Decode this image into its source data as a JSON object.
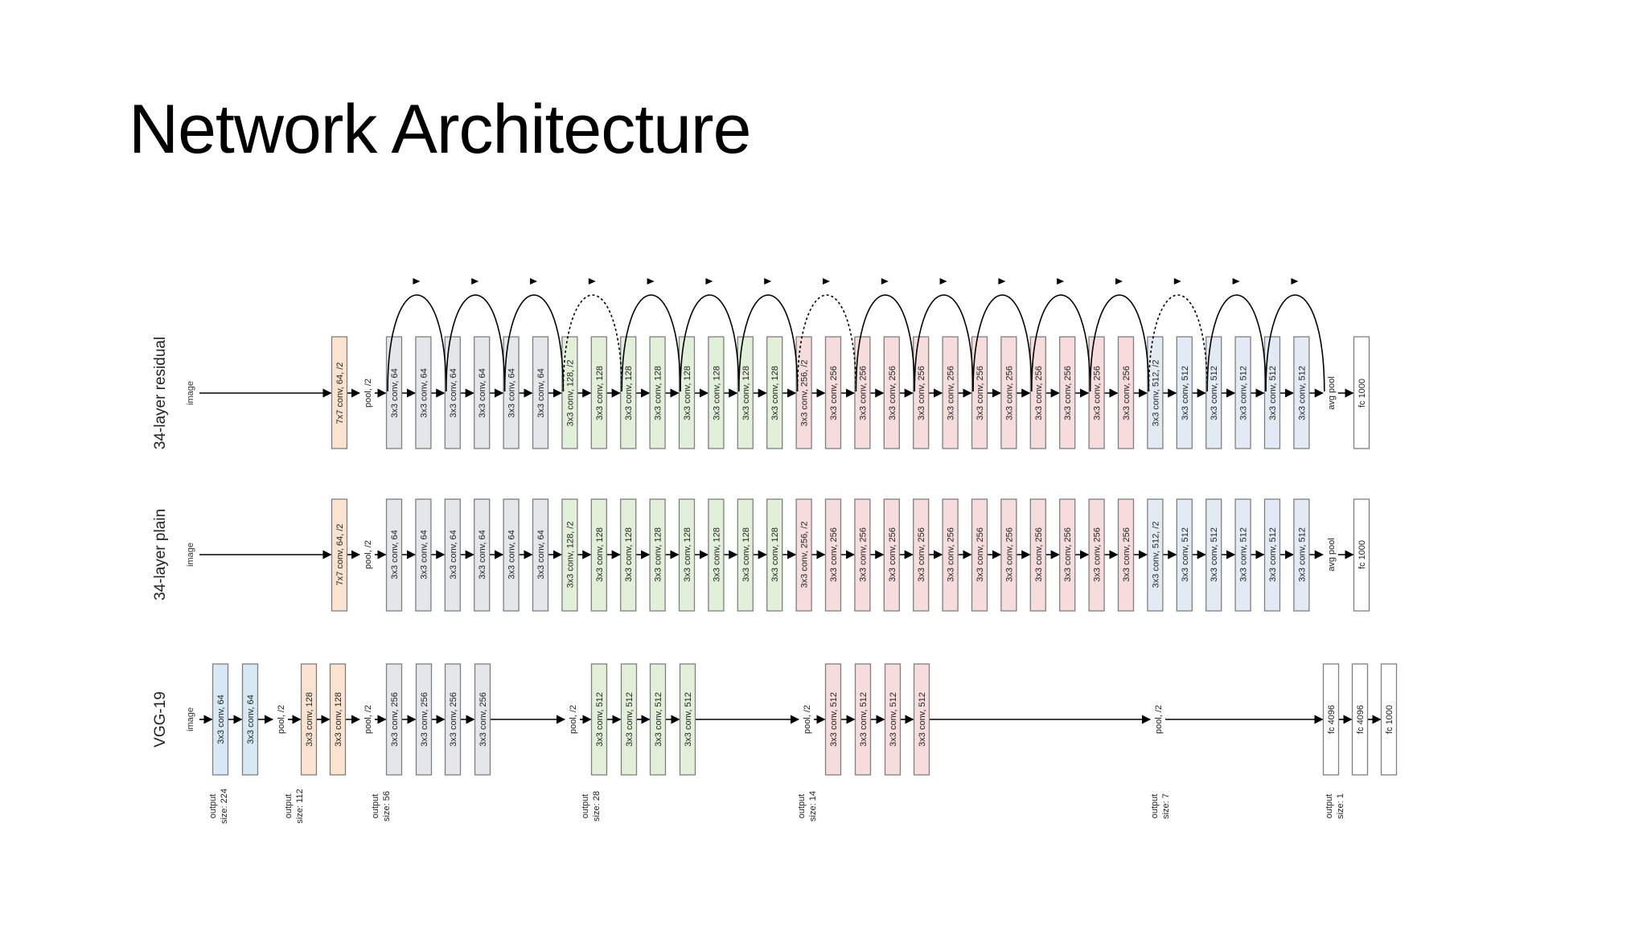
{
  "title": "Network Architecture",
  "colors": {
    "blue": "#d7e9f4",
    "orange": "#fbe3cf",
    "gray": "#e5e6ea",
    "green": "#e2efd9",
    "pink": "#f6dcdc",
    "lightblue": "#e2ebf4",
    "white": "#ffffff",
    "border": "#7f7f7f",
    "arrow": "#000000"
  },
  "rows": [
    {
      "id": "residual",
      "label": "34-layer residual",
      "input_label": "image",
      "layers": [
        {
          "label": "7x7 conv, 64, /2",
          "kind": "box",
          "color": "orange"
        },
        {
          "label": "pool, /2",
          "kind": "text"
        },
        {
          "label": "3x3 conv, 64",
          "kind": "box",
          "color": "gray"
        },
        {
          "label": "3x3 conv, 64",
          "kind": "box",
          "color": "gray"
        },
        {
          "label": "3x3 conv, 64",
          "kind": "box",
          "color": "gray"
        },
        {
          "label": "3x3 conv, 64",
          "kind": "box",
          "color": "gray"
        },
        {
          "label": "3x3 conv, 64",
          "kind": "box",
          "color": "gray"
        },
        {
          "label": "3x3 conv, 64",
          "kind": "box",
          "color": "gray"
        },
        {
          "label": "3x3 conv, 128, /2",
          "kind": "box",
          "color": "green"
        },
        {
          "label": "3x3 conv, 128",
          "kind": "box",
          "color": "green"
        },
        {
          "label": "3x3 conv, 128",
          "kind": "box",
          "color": "green"
        },
        {
          "label": "3x3 conv, 128",
          "kind": "box",
          "color": "green"
        },
        {
          "label": "3x3 conv, 128",
          "kind": "box",
          "color": "green"
        },
        {
          "label": "3x3 conv, 128",
          "kind": "box",
          "color": "green"
        },
        {
          "label": "3x3 conv, 128",
          "kind": "box",
          "color": "green"
        },
        {
          "label": "3x3 conv, 128",
          "kind": "box",
          "color": "green"
        },
        {
          "label": "3x3 conv, 256, /2",
          "kind": "box",
          "color": "pink"
        },
        {
          "label": "3x3 conv, 256",
          "kind": "box",
          "color": "pink"
        },
        {
          "label": "3x3 conv, 256",
          "kind": "box",
          "color": "pink"
        },
        {
          "label": "3x3 conv, 256",
          "kind": "box",
          "color": "pink"
        },
        {
          "label": "3x3 conv, 256",
          "kind": "box",
          "color": "pink"
        },
        {
          "label": "3x3 conv, 256",
          "kind": "box",
          "color": "pink"
        },
        {
          "label": "3x3 conv, 256",
          "kind": "box",
          "color": "pink"
        },
        {
          "label": "3x3 conv, 256",
          "kind": "box",
          "color": "pink"
        },
        {
          "label": "3x3 conv, 256",
          "kind": "box",
          "color": "pink"
        },
        {
          "label": "3x3 conv, 256",
          "kind": "box",
          "color": "pink"
        },
        {
          "label": "3x3 conv, 256",
          "kind": "box",
          "color": "pink"
        },
        {
          "label": "3x3 conv, 256",
          "kind": "box",
          "color": "pink"
        },
        {
          "label": "3x3 conv, 512, /2",
          "kind": "box",
          "color": "lightblue"
        },
        {
          "label": "3x3 conv, 512",
          "kind": "box",
          "color": "lightblue"
        },
        {
          "label": "3x3 conv, 512",
          "kind": "box",
          "color": "lightblue"
        },
        {
          "label": "3x3 conv, 512",
          "kind": "box",
          "color": "lightblue"
        },
        {
          "label": "3x3 conv, 512",
          "kind": "box",
          "color": "lightblue"
        },
        {
          "label": "3x3 conv, 512",
          "kind": "box",
          "color": "lightblue"
        },
        {
          "label": "avg pool",
          "kind": "text"
        },
        {
          "label": "fc 1000",
          "kind": "box",
          "color": "white"
        }
      ],
      "skips": [
        {
          "from": 2,
          "to": 4,
          "style": "solid"
        },
        {
          "from": 4,
          "to": 6,
          "style": "solid"
        },
        {
          "from": 6,
          "to": 8,
          "style": "solid"
        },
        {
          "from": 8,
          "to": 10,
          "style": "dashed"
        },
        {
          "from": 10,
          "to": 12,
          "style": "solid"
        },
        {
          "from": 12,
          "to": 14,
          "style": "solid"
        },
        {
          "from": 14,
          "to": 16,
          "style": "solid"
        },
        {
          "from": 16,
          "to": 18,
          "style": "dashed"
        },
        {
          "from": 18,
          "to": 20,
          "style": "solid"
        },
        {
          "from": 20,
          "to": 22,
          "style": "solid"
        },
        {
          "from": 22,
          "to": 24,
          "style": "solid"
        },
        {
          "from": 24,
          "to": 26,
          "style": "solid"
        },
        {
          "from": 26,
          "to": 28,
          "style": "solid"
        },
        {
          "from": 28,
          "to": 30,
          "style": "dashed"
        },
        {
          "from": 30,
          "to": 32,
          "style": "solid"
        },
        {
          "from": 32,
          "to": 34,
          "style": "solid"
        }
      ]
    },
    {
      "id": "plain",
      "label": "34-layer plain",
      "input_label": "image",
      "layers": [
        {
          "label": "7x7 conv, 64, /2",
          "kind": "box",
          "color": "orange"
        },
        {
          "label": "pool, /2",
          "kind": "text"
        },
        {
          "label": "3x3 conv, 64",
          "kind": "box",
          "color": "gray"
        },
        {
          "label": "3x3 conv, 64",
          "kind": "box",
          "color": "gray"
        },
        {
          "label": "3x3 conv, 64",
          "kind": "box",
          "color": "gray"
        },
        {
          "label": "3x3 conv, 64",
          "kind": "box",
          "color": "gray"
        },
        {
          "label": "3x3 conv, 64",
          "kind": "box",
          "color": "gray"
        },
        {
          "label": "3x3 conv, 64",
          "kind": "box",
          "color": "gray"
        },
        {
          "label": "3x3 conv, 128, /2",
          "kind": "box",
          "color": "green"
        },
        {
          "label": "3x3 conv, 128",
          "kind": "box",
          "color": "green"
        },
        {
          "label": "3x3 conv, 128",
          "kind": "box",
          "color": "green"
        },
        {
          "label": "3x3 conv, 128",
          "kind": "box",
          "color": "green"
        },
        {
          "label": "3x3 conv, 128",
          "kind": "box",
          "color": "green"
        },
        {
          "label": "3x3 conv, 128",
          "kind": "box",
          "color": "green"
        },
        {
          "label": "3x3 conv, 128",
          "kind": "box",
          "color": "green"
        },
        {
          "label": "3x3 conv, 128",
          "kind": "box",
          "color": "green"
        },
        {
          "label": "3x3 conv, 256, /2",
          "kind": "box",
          "color": "pink"
        },
        {
          "label": "3x3 conv, 256",
          "kind": "box",
          "color": "pink"
        },
        {
          "label": "3x3 conv, 256",
          "kind": "box",
          "color": "pink"
        },
        {
          "label": "3x3 conv, 256",
          "kind": "box",
          "color": "pink"
        },
        {
          "label": "3x3 conv, 256",
          "kind": "box",
          "color": "pink"
        },
        {
          "label": "3x3 conv, 256",
          "kind": "box",
          "color": "pink"
        },
        {
          "label": "3x3 conv, 256",
          "kind": "box",
          "color": "pink"
        },
        {
          "label": "3x3 conv, 256",
          "kind": "box",
          "color": "pink"
        },
        {
          "label": "3x3 conv, 256",
          "kind": "box",
          "color": "pink"
        },
        {
          "label": "3x3 conv, 256",
          "kind": "box",
          "color": "pink"
        },
        {
          "label": "3x3 conv, 256",
          "kind": "box",
          "color": "pink"
        },
        {
          "label": "3x3 conv, 256",
          "kind": "box",
          "color": "pink"
        },
        {
          "label": "3x3 conv, 512, /2",
          "kind": "box",
          "color": "lightblue"
        },
        {
          "label": "3x3 conv, 512",
          "kind": "box",
          "color": "lightblue"
        },
        {
          "label": "3x3 conv, 512",
          "kind": "box",
          "color": "lightblue"
        },
        {
          "label": "3x3 conv, 512",
          "kind": "box",
          "color": "lightblue"
        },
        {
          "label": "3x3 conv, 512",
          "kind": "box",
          "color": "lightblue"
        },
        {
          "label": "3x3 conv, 512",
          "kind": "box",
          "color": "lightblue"
        },
        {
          "label": "avg pool",
          "kind": "text"
        },
        {
          "label": "fc 1000",
          "kind": "box",
          "color": "white"
        }
      ],
      "skips": []
    },
    {
      "id": "vgg",
      "label": "VGG-19",
      "input_label": "image",
      "layers": [
        {
          "label": "3x3 conv, 64",
          "kind": "box",
          "color": "blue"
        },
        {
          "label": "3x3 conv, 64",
          "kind": "box",
          "color": "blue"
        },
        {
          "label": "pool, /2",
          "kind": "text"
        },
        {
          "label": "3x3 conv, 128",
          "kind": "box",
          "color": "orange"
        },
        {
          "label": "3x3 conv, 128",
          "kind": "box",
          "color": "orange"
        },
        {
          "label": "pool, /2",
          "kind": "text"
        },
        {
          "label": "3x3 conv, 256",
          "kind": "box",
          "color": "gray"
        },
        {
          "label": "3x3 conv, 256",
          "kind": "box",
          "color": "gray"
        },
        {
          "label": "3x3 conv, 256",
          "kind": "box",
          "color": "gray"
        },
        {
          "label": "3x3 conv, 256",
          "kind": "box",
          "color": "gray"
        },
        {
          "label": "pool, /2",
          "kind": "text"
        },
        {
          "label": "3x3 conv, 512",
          "kind": "box",
          "color": "green"
        },
        {
          "label": "3x3 conv, 512",
          "kind": "box",
          "color": "green"
        },
        {
          "label": "3x3 conv, 512",
          "kind": "box",
          "color": "green"
        },
        {
          "label": "3x3 conv, 512",
          "kind": "box",
          "color": "green"
        },
        {
          "label": "pool, /2",
          "kind": "text"
        },
        {
          "label": "3x3 conv, 512",
          "kind": "box",
          "color": "pink"
        },
        {
          "label": "3x3 conv, 512",
          "kind": "box",
          "color": "pink"
        },
        {
          "label": "3x3 conv, 512",
          "kind": "box",
          "color": "pink"
        },
        {
          "label": "3x3 conv, 512",
          "kind": "box",
          "color": "pink"
        },
        {
          "label": "pool, /2",
          "kind": "text"
        },
        {
          "label": "fc 4096",
          "kind": "box",
          "color": "white"
        },
        {
          "label": "fc 4096",
          "kind": "box",
          "color": "white"
        },
        {
          "label": "fc 1000",
          "kind": "box",
          "color": "white"
        }
      ],
      "skips": []
    }
  ],
  "output_sizes": [
    {
      "line1": "output",
      "line2": "size: 224"
    },
    {
      "line1": "output",
      "line2": "size: 112"
    },
    {
      "line1": "output",
      "line2": "size: 56"
    },
    {
      "line1": "output",
      "line2": "size: 28"
    },
    {
      "line1": "output",
      "line2": "size: 14"
    },
    {
      "line1": "output",
      "line2": "size: 7"
    },
    {
      "line1": "output",
      "line2": "size: 1"
    }
  ]
}
